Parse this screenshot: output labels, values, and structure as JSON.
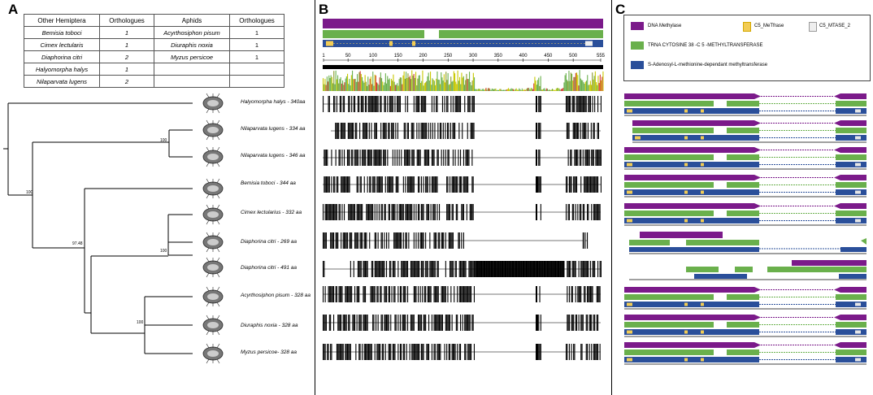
{
  "panels": {
    "a": "A",
    "b": "B",
    "c": "C"
  },
  "table": {
    "headers": [
      "Other Hemiptera",
      "Orthologues",
      "Aphids",
      "Orthologues"
    ],
    "rows": [
      [
        "Bemisia toboci",
        "1",
        "Acyrthosiphon pisum",
        "1"
      ],
      [
        "Cimex lectularis",
        "1",
        "Diuraphis noxia",
        "1"
      ],
      [
        "Diaphorina citri",
        "2",
        "Myzus persicoe",
        "1"
      ],
      [
        "Halyomorpha halys",
        "1",
        "",
        ""
      ],
      [
        "Nilaparvata lugens",
        "2",
        "",
        ""
      ]
    ]
  },
  "taxa": [
    "Halyomorpha halys - 340aa",
    "Nilaparvata lugens - 334 aa",
    "Nilaparvata lugens  - 346 aa",
    "Bemisia toboci - 344 aa",
    "Cimex lectularius - 332 aa",
    "Diaphorina citri - 269 aa",
    "Diaphorina citri - 491 aa",
    "Acyrthosiphon pisum - 328 aa",
    "Diuraphis noxia - 328 aa",
    "Myzus persicoe- 328 aa"
  ],
  "bootstrap": [
    "100",
    "100",
    "97.48",
    "100",
    "100"
  ],
  "ruler_ticks": [
    "1",
    "50",
    "100",
    "150",
    "200",
    "250",
    "300",
    "350",
    "400",
    "450",
    "500",
    "555"
  ],
  "legend": {
    "dna_methylase": "DNA Methylase",
    "metfrase": "C5_MeTfrase",
    "mtase2": "C5_MTASE_2",
    "trna": "TRNA  CYTOSINE 38 -C 5  -METHYLTRANSFERASE",
    "sam": "S-Adenosyl-L-methionine-dependant methyltransferase"
  },
  "colors": {
    "dna_methylase": "#7b1a8a",
    "metfrase": "#f2cc55",
    "mtase2": "#e6e6e6",
    "trna": "#6ab04c",
    "sam": "#2a4f9a"
  }
}
